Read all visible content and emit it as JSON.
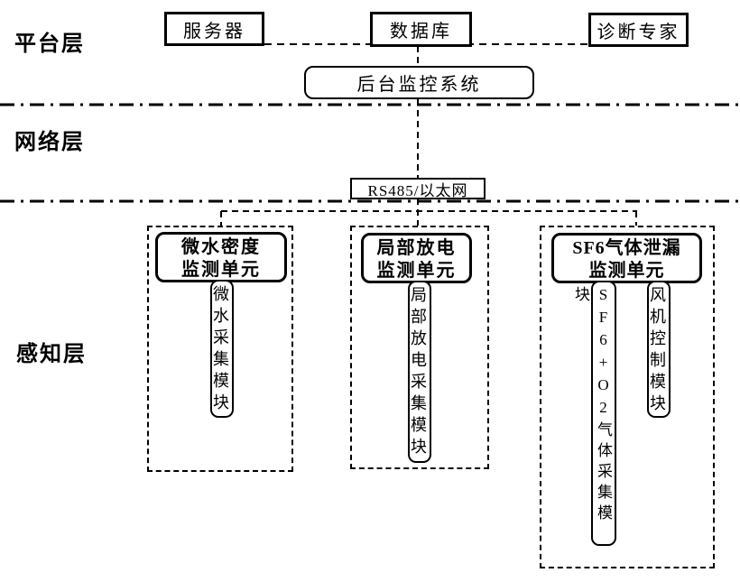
{
  "colors": {
    "ink": "#000000",
    "paper": "#ffffff"
  },
  "layers": {
    "platform_label": "平台层",
    "network_label": "网络层",
    "perception_label": "感知层"
  },
  "platform": {
    "server": "服务器",
    "database": "数据库",
    "diagnosis_expert": "诊断专家",
    "backend_system": "后台监控系统"
  },
  "network": {
    "bus": "RS485/以太网"
  },
  "perception": {
    "units": [
      {
        "title1": "微水密度",
        "title2": "监测单元",
        "module1": "微水采集模块"
      },
      {
        "title1": "局部放电",
        "title2": "监测单元",
        "module1": "局部放电采集模块"
      },
      {
        "title1": "SF6气体泄漏",
        "title2": "监测单元",
        "module1": "SF6+O2气体采集模块",
        "module2": "风机控制模块"
      }
    ]
  }
}
